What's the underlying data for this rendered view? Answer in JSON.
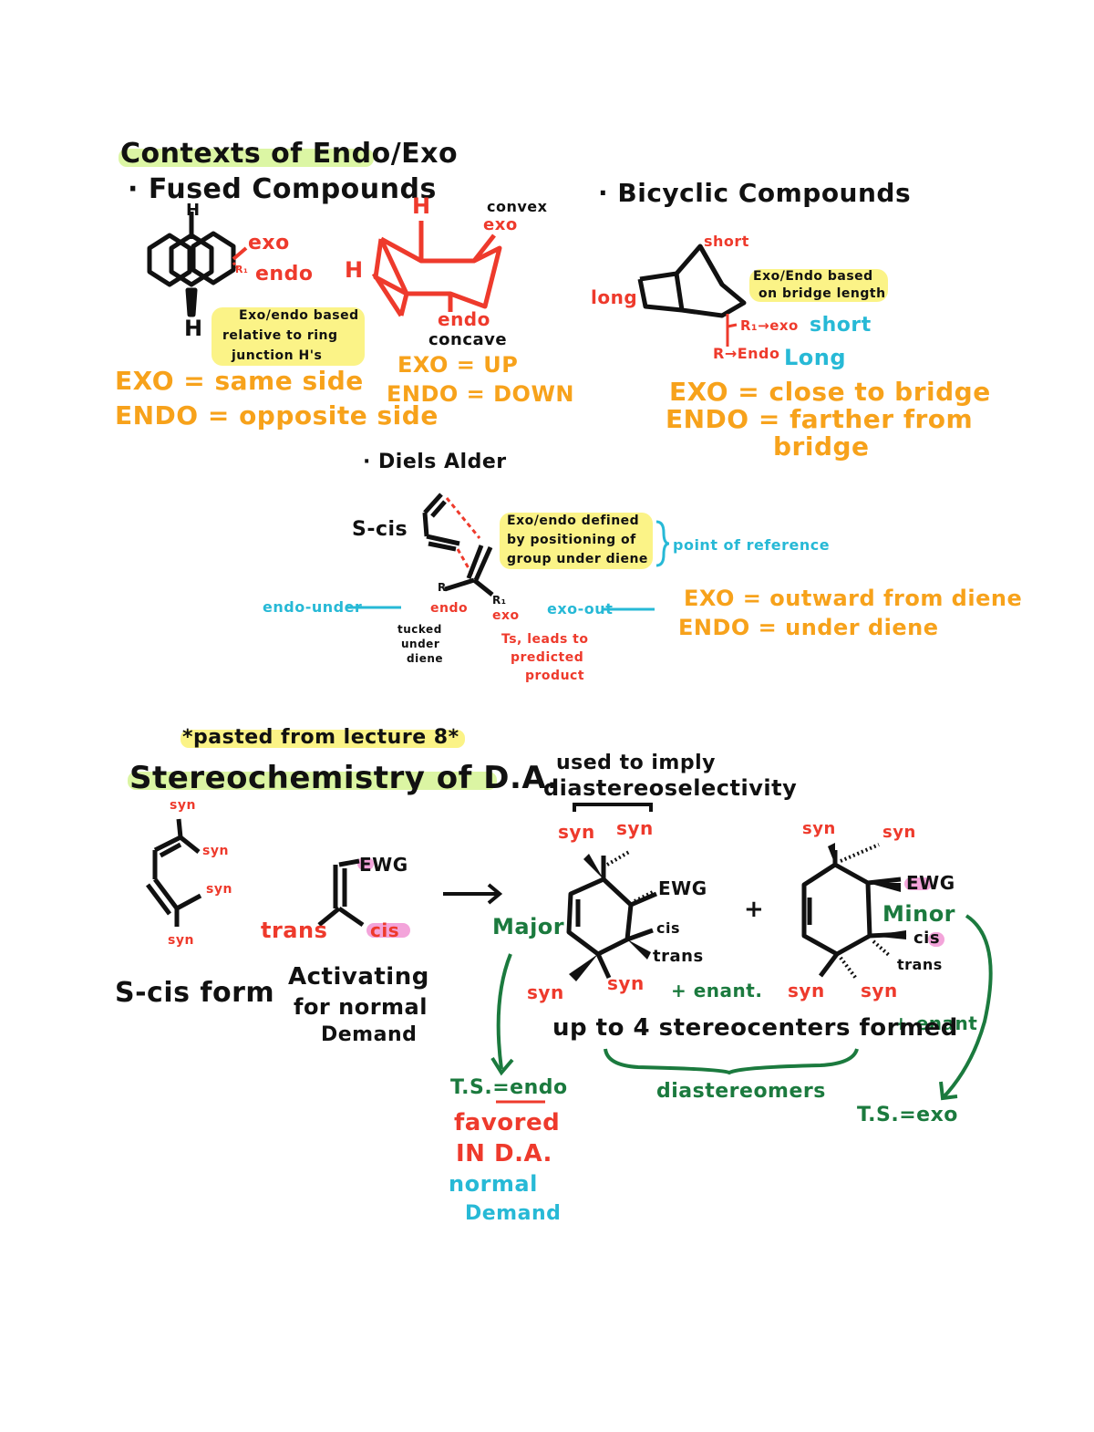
{
  "colors": {
    "black": "#111111",
    "red": "#ee3a2c",
    "orange": "#f7a21b",
    "blue": "#27b9d6",
    "green": "#1b7a3e",
    "yellow": "#fbf27a",
    "lime": "#d8f59a",
    "pink": "#f29ad6"
  },
  "section1": {
    "title": "Contexts of Endo/Exo",
    "fused": {
      "heading": "· Fused Compounds",
      "h_top": "H",
      "h_bottom": "H",
      "exo_label": "exo",
      "endo_label": "endo",
      "r_label": "R₁",
      "note": [
        "Exo/endo based",
        "relative to ring",
        "junction H's"
      ],
      "rule_exo": "EXO = same side",
      "rule_endo": "ENDO = opposite side",
      "chair_h_top": "H",
      "chair_h_left": "H",
      "convex": "convex",
      "chair_exo": "exo",
      "chair_endo": "endo",
      "concave": "concave",
      "rule_up": "EXO = UP",
      "rule_down": "ENDO = DOWN"
    },
    "bicyclic": {
      "heading": "· Bicyclic Compounds",
      "short": "short",
      "long": "long",
      "note": [
        "Exo/Endo based",
        "on bridge length"
      ],
      "r1_exo": "R₁→exo",
      "r1_short": "short",
      "r_endo": "R→Endo",
      "r_long": "Long",
      "rule_exo": "EXO = close to bridge",
      "rule_endo": [
        "ENDO = farther from",
        "bridge"
      ]
    },
    "diels_alder": {
      "heading": "· Diels Alder",
      "s_cis": "S-cis",
      "note": [
        "Exo/endo defined",
        "by positioning of",
        "group under diene"
      ],
      "point_ref": "point of reference",
      "r": "R",
      "r1": "R₁",
      "endo_small": "endo",
      "exo_small": "exo",
      "endo_under": "endo-under—",
      "exo_out": "exo-out-—",
      "tucked": [
        "tucked",
        "under",
        "diene"
      ],
      "ts_note": [
        "Ts, leads to",
        "predicted",
        "product"
      ],
      "rule_exo": "EXO = outward from diene",
      "rule_endo": "ENDO = under diene"
    }
  },
  "section2": {
    "pasted": "*pasted from lecture 8*",
    "title": "Stereochemistry of  D.A.",
    "syn_labels": [
      "syn",
      "syn",
      "syn",
      "syn"
    ],
    "s_cis_form": "S-cis form",
    "ewg": "EWG",
    "trans": "trans",
    "cis": "cis",
    "activating": [
      "Activating",
      "for normal",
      "Demand"
    ],
    "used_to_imply": [
      "used to imply",
      "diastereoselectivity"
    ],
    "major_product": {
      "syn1": "syn",
      "syn2": "syn",
      "ewg": "EWG",
      "cis": "cis",
      "trans": "trans",
      "syn3": "syn",
      "syn4": "syn",
      "label": "Major",
      "enant": "+ enant."
    },
    "plus": "+",
    "minor_product": {
      "syn1": "syn",
      "syn2": "syn",
      "ewg": "EWG",
      "cis": "cis",
      "trans": "trans",
      "syn3": "syn",
      "syn4": "syn",
      "label": "Minor",
      "enant": "+ enant"
    },
    "stereocenters": "up to 4 stereocenters formed",
    "diastereomers": "diastereomers",
    "ts_endo": "T.S.=endo",
    "favored": [
      "favored",
      "IN D.A."
    ],
    "normal_demand": [
      "normal",
      "Demand"
    ],
    "ts_exo": "T.S.=exo"
  }
}
